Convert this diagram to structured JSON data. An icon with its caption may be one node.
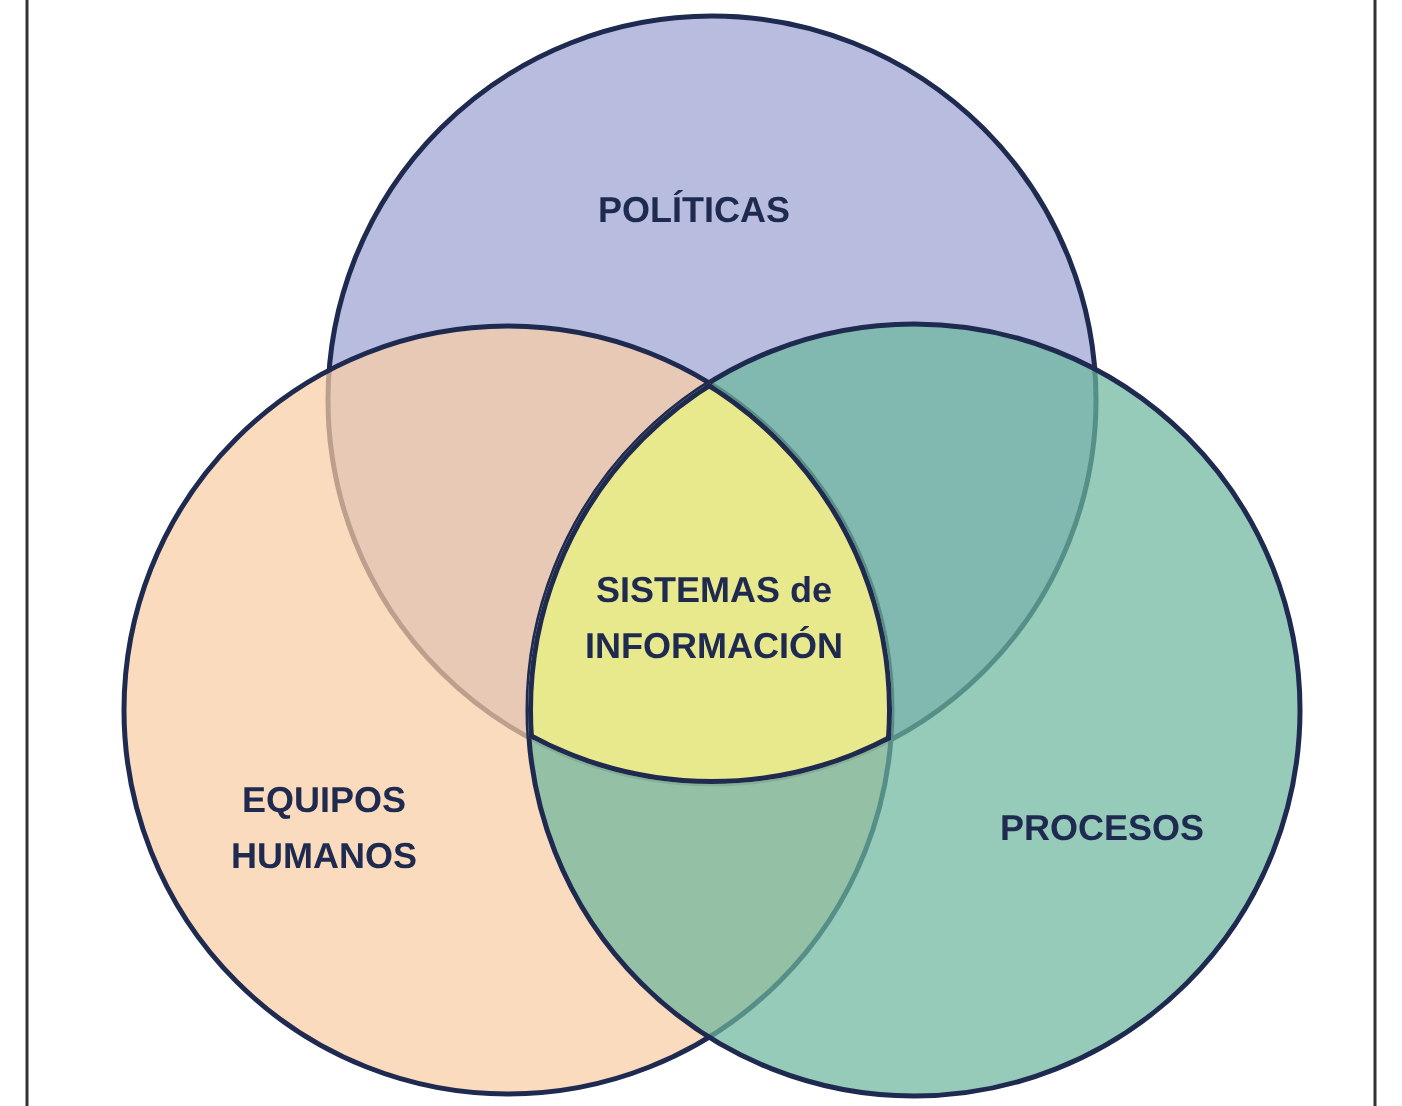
{
  "diagram": {
    "nodes": [
      {
        "text": [
          "POLÍTICAS"
        ]
      },
      {
        "text": [
          "EQUIPOS HUMANOS"
        ]
      },
      {
        "text": [
          "PROCESOS"
        ]
      }
    ],
    "labels": [
      "SISTEMAS de INFORMACIÓN"
    ]
  }
}
